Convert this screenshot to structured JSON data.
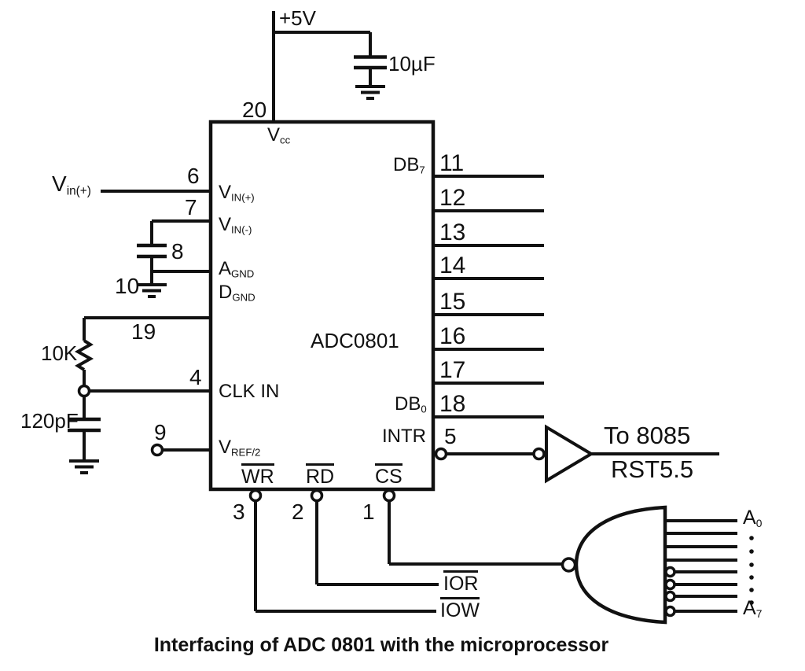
{
  "caption": "Interfacing of ADC 0801 with the microprocessor",
  "colors": {
    "wire": "#111111",
    "background": "#ffffff",
    "text": "#111111"
  },
  "chip": {
    "name": "ADC0801",
    "pins": {
      "vcc": {
        "number": "20",
        "base": "V",
        "sub": "cc"
      },
      "vin_plus": {
        "number": "6",
        "base": "V",
        "sub": "IN(+)"
      },
      "vin_minus": {
        "number": "7",
        "base": "V",
        "sub": "IN(-)"
      },
      "agnd": {
        "base": "A",
        "sub": "GND"
      },
      "dgnd": {
        "base": "D",
        "sub": "GND"
      },
      "clk_r": {
        "number": "19"
      },
      "clk_in": {
        "number": "4",
        "label": "CLK IN"
      },
      "vref2": {
        "number": "9",
        "base": "V",
        "sub": "REF/2"
      },
      "wr": {
        "number": "3",
        "label": "WR"
      },
      "rd": {
        "number": "2",
        "label": "RD"
      },
      "cs": {
        "number": "1",
        "label": "CS"
      },
      "db7": {
        "base": "DB",
        "sub": "7"
      },
      "db0": {
        "base": "DB",
        "sub": "0"
      },
      "intr": {
        "number": "5",
        "label": "INTR"
      },
      "data_numbers": [
        "11",
        "12",
        "13",
        "14",
        "15",
        "16",
        "17",
        "18"
      ]
    }
  },
  "components": {
    "supply_label": "+5V",
    "bypass_cap_value": "10µF",
    "filter_cap_pin": "8",
    "ground_pin": "10",
    "clk_resistor_value": "10K",
    "clk_cap_value": "120pF"
  },
  "external": {
    "vin_source": {
      "base": "V",
      "sub": "in(+)"
    },
    "ior": "IOR",
    "iow": "IOW",
    "interrupt_dest_line1": "To 8085",
    "interrupt_dest_line2": "RST5.5",
    "addr_first": {
      "base": "A",
      "sub": "0"
    },
    "addr_last": {
      "base": "A",
      "sub": "7"
    }
  }
}
